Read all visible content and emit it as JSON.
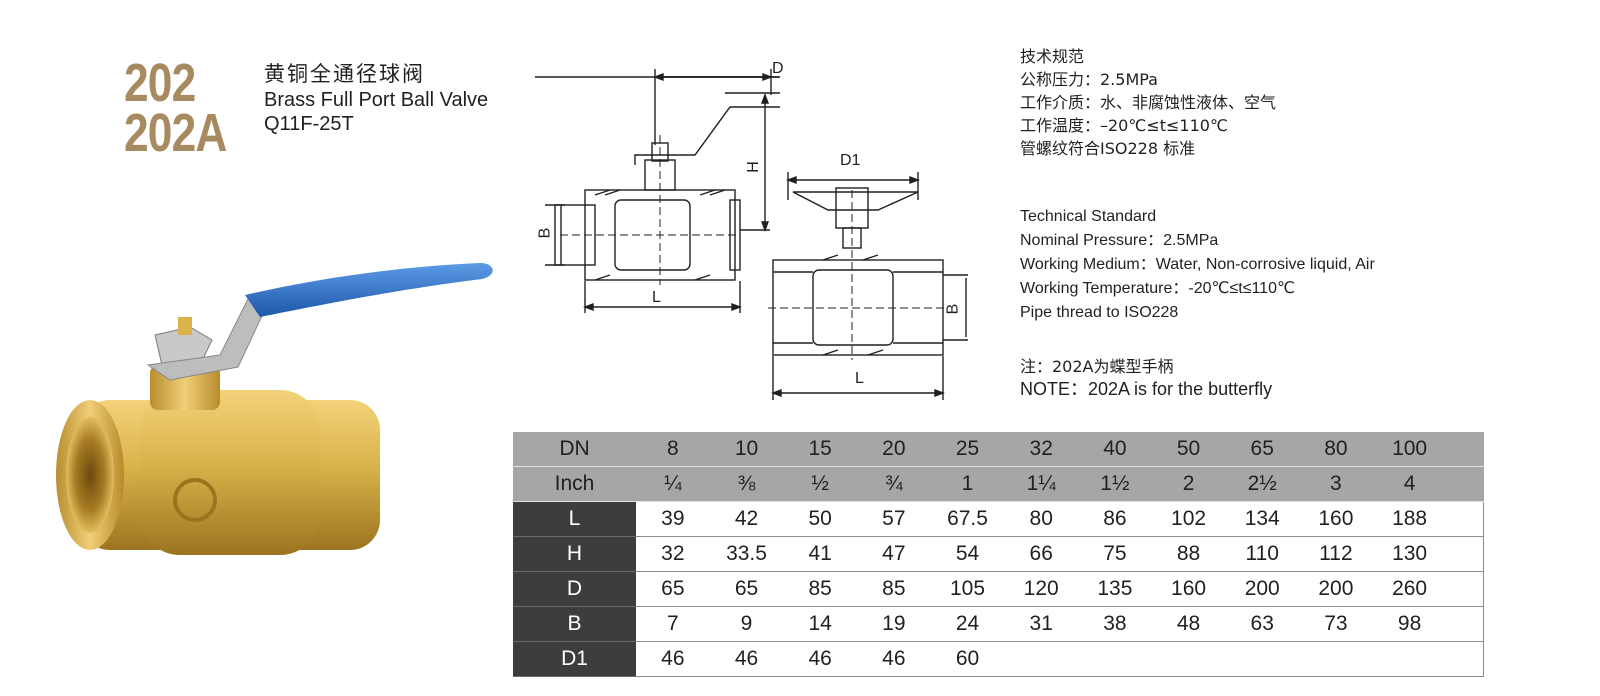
{
  "header": {
    "model_primary": "202",
    "model_secondary": "202A",
    "title_cn": "黄铜全通径球阀",
    "title_en": "Brass  Full Port Ball Valve",
    "code": "Q11F-25T"
  },
  "drawing": {
    "dim_D": "D",
    "dim_H": "H",
    "dim_B": "B",
    "dim_L": "L",
    "dim_D1": "D1"
  },
  "spec_cn": {
    "heading": "技术规范",
    "pressure": "公称压力：2.5MPa",
    "medium": "工作介质：水、非腐蚀性液体、空气",
    "temperature": "工作温度：–20℃≤t≤110℃",
    "thread": "管螺纹符合ISO228 标准"
  },
  "spec_en": {
    "heading": "Technical Standard",
    "pressure": "Nominal Pressure：2.5MPa",
    "medium": "Working Medium：Water, Non-corrosive liquid, Air",
    "temperature": "Working Temperature：-20℃≤t≤110℃",
    "thread": "Pipe thread to ISO228"
  },
  "note": {
    "cn": "注：202A为蝶型手柄",
    "en": "NOTE：202A is for the butterfly"
  },
  "colors": {
    "model_gold": "#a88a60",
    "brass": "#d9b24a",
    "handle_blue": "#2a6fc9",
    "table_header_gray": "#a6a6a6",
    "table_label_dark": "#3d3d3d"
  },
  "table": {
    "rows": [
      {
        "label": "DN",
        "values": [
          "8",
          "10",
          "15",
          "20",
          "25",
          "32",
          "40",
          "50",
          "65",
          "80",
          "100"
        ]
      },
      {
        "label": "Inch",
        "values": [
          "¼",
          "⅜",
          "½",
          "¾",
          "1",
          "1¼",
          "1½",
          "2",
          "2½",
          "3",
          "4"
        ]
      },
      {
        "label": "L",
        "values": [
          "39",
          "42",
          "50",
          "57",
          "67.5",
          "80",
          "86",
          "102",
          "134",
          "160",
          "188"
        ]
      },
      {
        "label": "H",
        "values": [
          "32",
          "33.5",
          "41",
          "47",
          "54",
          "66",
          "75",
          "88",
          "110",
          "112",
          "130"
        ]
      },
      {
        "label": "D",
        "values": [
          "65",
          "65",
          "85",
          "85",
          "105",
          "120",
          "135",
          "160",
          "200",
          "200",
          "260"
        ]
      },
      {
        "label": "B",
        "values": [
          "7",
          "9",
          "14",
          "19",
          "24",
          "31",
          "38",
          "48",
          "63",
          "73",
          "98"
        ]
      },
      {
        "label": "D1",
        "values": [
          "46",
          "46",
          "46",
          "46",
          "60",
          "",
          "",
          "",
          "",
          "",
          ""
        ]
      }
    ]
  }
}
